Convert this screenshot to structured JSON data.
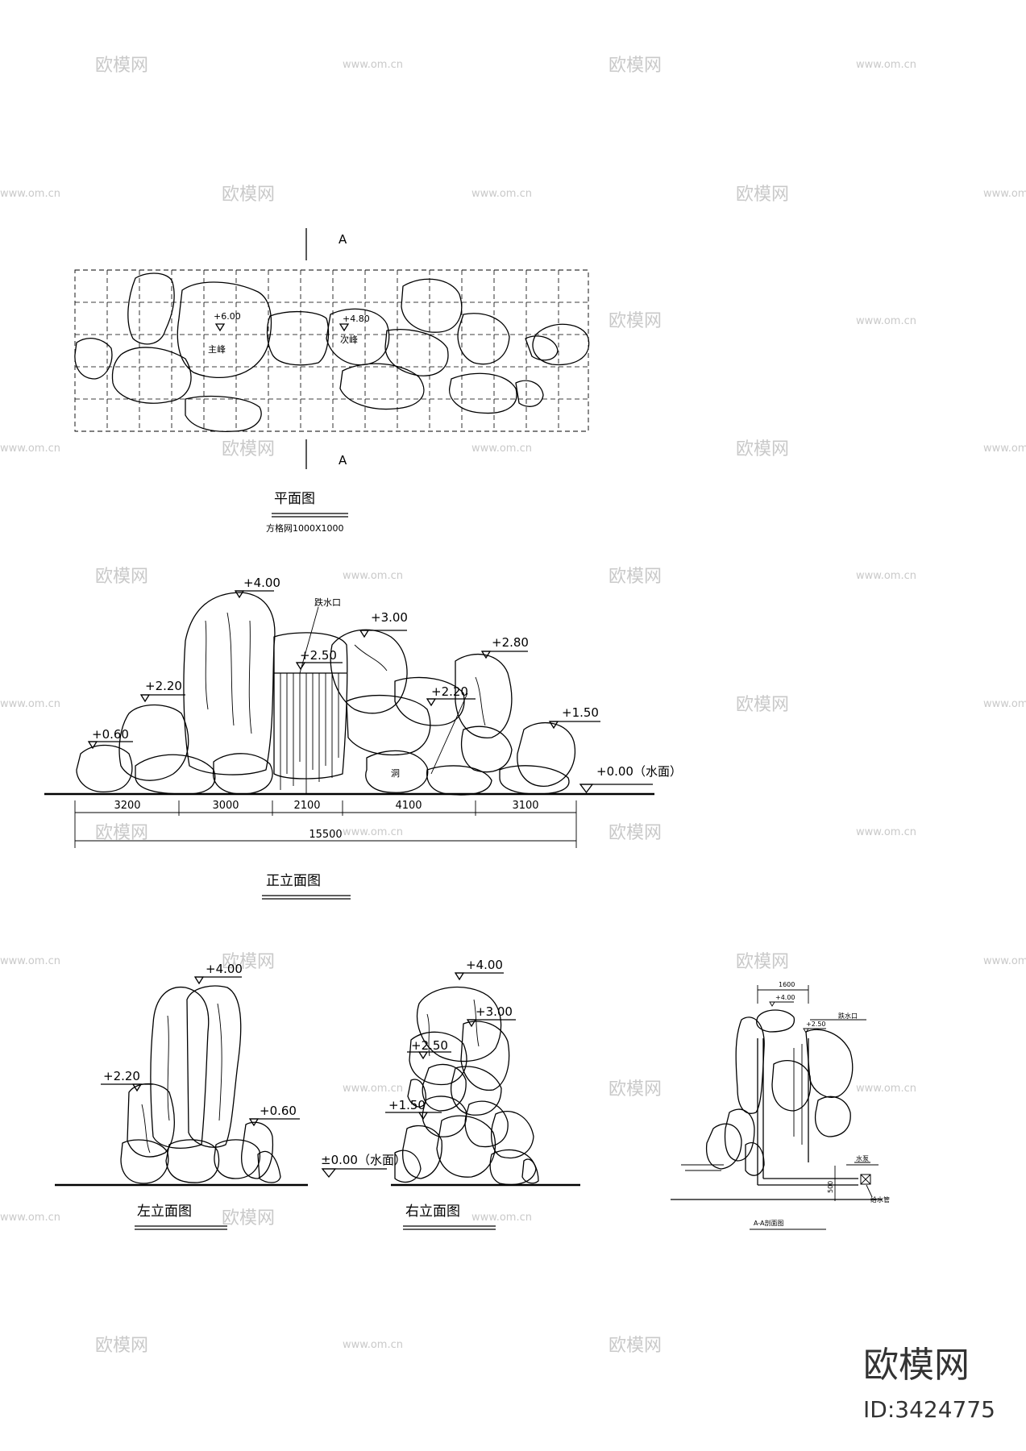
{
  "watermark": {
    "brand": "欧模网",
    "site": "www.om.cn"
  },
  "brand_box": {
    "name": "欧模网",
    "id": "ID:3424775"
  },
  "plan": {
    "section_mark": "A",
    "label_main_peak": "主峰",
    "label_secondary_peak": "次峰",
    "elev_main": "+6.00",
    "elev_secondary": "+4.80",
    "title": "平面图",
    "subtitle": "方格网1000X1000"
  },
  "front": {
    "elevations": [
      "+4.00",
      "+3.00",
      "+2.80",
      "+2.50",
      "+2.20",
      "+2.20",
      "+1.50",
      "+0.60"
    ],
    "water": "+0.00（水面）",
    "label_waterfall": "跌水口",
    "label_cave": "洞",
    "dims": [
      "3200",
      "3000",
      "2100",
      "4100",
      "3100"
    ],
    "total": "15500",
    "title": "正立面图"
  },
  "left": {
    "elevations": [
      "+4.00",
      "+2.20",
      "+0.60"
    ],
    "title": "左立面图"
  },
  "right": {
    "elevations": [
      "+4.00",
      "+3.00",
      "+2.50",
      "+1.50"
    ],
    "water": "±0.00（水面）",
    "title": "右立面图"
  },
  "section": {
    "width_dim": "1600",
    "elev_top": "+4.00",
    "elev_mid": "+2.50",
    "label_outlet": "跌水口",
    "label_pump": "水泵",
    "label_pipe": "给水管",
    "depth_dim": "500",
    "title": "A-A剖面图"
  }
}
